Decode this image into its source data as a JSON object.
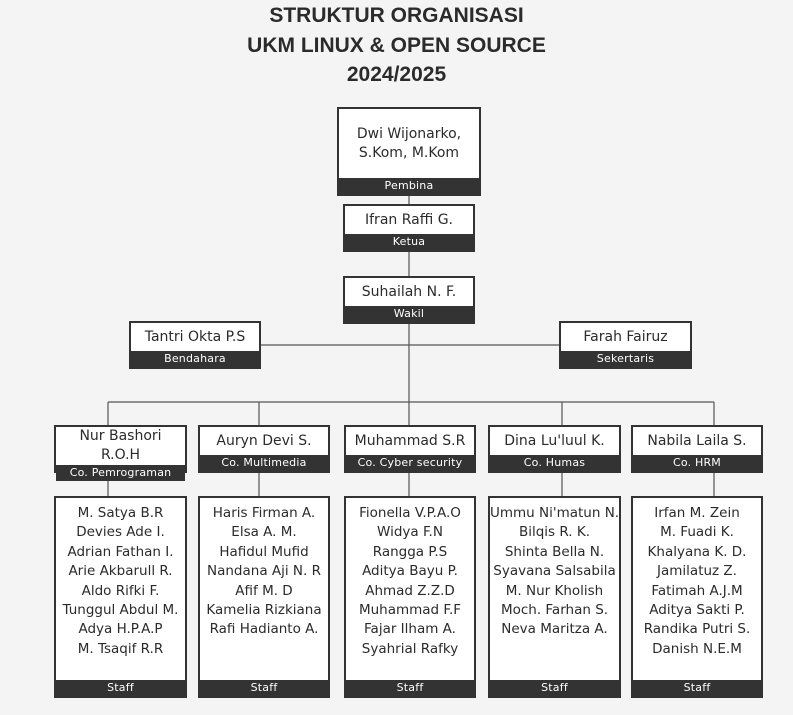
{
  "title": {
    "line1": "STRUKTUR ORGANISASI",
    "line2": "UKM LINUX & OPEN SOURCE",
    "line3": "2024/2025"
  },
  "pembina": {
    "name": "Dwi Wijonarko,\nS.Kom, M.Kom",
    "role": "Pembina"
  },
  "ketua": {
    "name": "Ifran Raffi G.",
    "role": "Ketua"
  },
  "wakil": {
    "name": "Suhailah N. F.",
    "role": "Wakil"
  },
  "bendahara": {
    "name": "Tantri Okta P.S",
    "role": "Bendahara"
  },
  "sekertaris": {
    "name": "Farah Fairuz",
    "role": "Sekertaris"
  },
  "divisions": [
    {
      "name": "Nur Bashori R.O.H",
      "role": "Co. Pemrograman",
      "staff_label": "Staff",
      "staff": [
        "M. Satya B.R",
        "Devies Ade I.",
        "Adrian Fathan I.",
        "Arie Akbarull R.",
        "Aldo Rifki F.",
        "Tunggul Abdul M.",
        "Adya H.P.A.P",
        "M. Tsaqif R.R"
      ]
    },
    {
      "name": "Auryn Devi S.",
      "role": "Co. Multimedia",
      "staff_label": "Staff",
      "staff": [
        "Haris Firman A.",
        "Elsa A. M.",
        "Hafidul Mufid",
        "Nandana Aji N. R",
        "Afif M. D",
        "Kamelia Rizkiana",
        "Rafi Hadianto A."
      ]
    },
    {
      "name": "Muhammad S.R",
      "role": "Co. Cyber security",
      "staff_label": "Staff",
      "staff": [
        "Fionella V.P.A.O",
        "Widya F.N",
        "Rangga P.S",
        "Aditya Bayu P.",
        "Ahmad Z.Z.D",
        "Muhammad F.F",
        "Fajar Ilham A.",
        "Syahrial Rafky"
      ]
    },
    {
      "name": "Dina Lu'luul K.",
      "role": "Co. Humas",
      "staff_label": "Staff",
      "staff": [
        "Ummu Ni'matun N.",
        "Bilqis R. K.",
        "Shinta Bella N.",
        "Syavana Salsabila",
        "M. Nur Kholish",
        "Moch. Farhan S.",
        "Neva Maritza A."
      ]
    },
    {
      "name": "Nabila Laila S.",
      "role": "Co. HRM",
      "staff_label": "Staff",
      "staff": [
        "Irfan M. Zein",
        "M. Fuadi K.",
        "Khalyana K. D.",
        "Jamilatuz Z.",
        "Fatimah A.J.M",
        "Aditya Sakti P.",
        "Randika Putri S.",
        "Danish N.E.M"
      ]
    }
  ]
}
